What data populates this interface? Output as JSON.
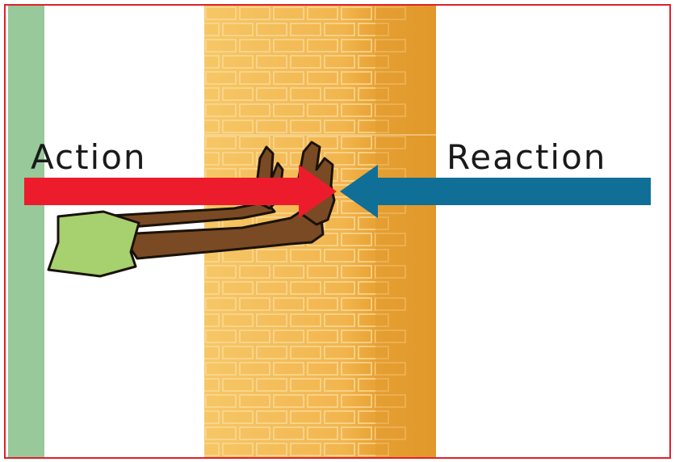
{
  "labels": {
    "action": "Action",
    "reaction": "Reaction"
  },
  "colors": {
    "frame": "#e0202a",
    "green_strip": "#97c99a",
    "wall_light": "#f3b752",
    "wall_mortar": "#f8d99a",
    "wall_edge": "#e29a2d",
    "action_arrow": "#ec1c2c",
    "reaction_arrow": "#0f6f97",
    "sleeve": "#a7d06f",
    "skin": "#7a4a24",
    "outline": "#1a1208"
  },
  "icons": {
    "action_arrow": "arrow-right-icon",
    "reaction_arrow": "arrow-left-icon",
    "arms": "pushing-arms-illustration",
    "wall": "brick-wall-illustration"
  }
}
